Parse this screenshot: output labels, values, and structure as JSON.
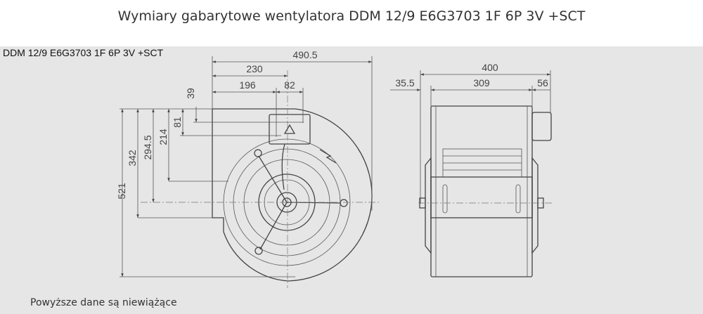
{
  "title": "Wymiary gabarytowe wentylatora DDM 12/9 E6G3703 1F 6P 3V +SCT",
  "model_label": "DDM 12/9 E6G3703 1F 6P 3V +SCT",
  "front_view": {
    "dims": {
      "overall_width": "490.5",
      "width_230": "230",
      "width_196": "196",
      "width_82": "82",
      "height_521": "521",
      "height_342": "342",
      "height_294": "294.5",
      "height_214": "214",
      "height_81": "81",
      "height_39": "39"
    }
  },
  "side_view": {
    "dims": {
      "overall_width": "400",
      "left_offset": "35.5",
      "body_width": "309",
      "right_offset": "56"
    }
  },
  "note": "Powyższe dane są niewiążące"
}
